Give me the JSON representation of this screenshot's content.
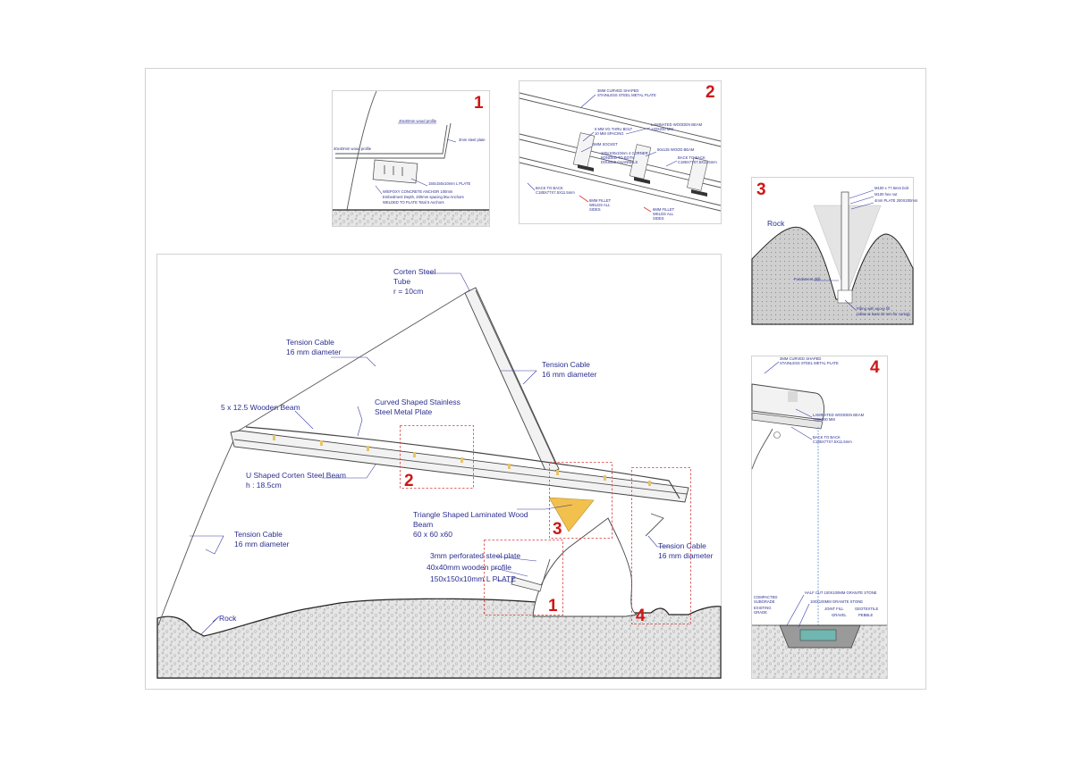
{
  "main": {
    "corten_tube": [
      "Corten Steel",
      "Tube",
      "r = 10cm"
    ],
    "tension_cable_top": [
      "Tension Cable",
      "16 mm diameter"
    ],
    "tension_cable_right": [
      "Tension Cable",
      "16 mm diameter"
    ],
    "tension_cable_left": [
      "Tension Cable",
      "16 mm diameter"
    ],
    "tension_cable_lower_right": [
      "Tension Cable",
      "16 mm diameter"
    ],
    "wooden_beam": "5 x 12.5 Wooden Beam",
    "curved_plate": [
      "Curved Shaped Stainless",
      "Steel Metal Plate"
    ],
    "u_beam": [
      "U Shaped Corten Steel Beam",
      "h : 18.5cm"
    ],
    "triangle_beam": [
      "Triangle Shaped Laminated Wood",
      "Beam",
      "60 x 60 x60"
    ],
    "perforated_plate": "3mm perforated steel plate",
    "wooden_profile": "40x40mm wooden profile",
    "l_plate": "150x150x10mm L PLATE",
    "rock": "Rock",
    "callouts": [
      "1",
      "2",
      "3",
      "4"
    ]
  },
  "detail1": {
    "number": "1",
    "labels": [
      "40x40mm wood profile",
      "40x40mm wood profile",
      "3mm steel plate",
      "150x150x10mm L PLATE",
      "W/EPOXY CONCRETE ANCHOR 100mm",
      "Embedment Depth, 200mm spacing btw Anchors",
      "WELDED TO PLATE  Total 5 Anchors"
    ]
  },
  "detail2": {
    "number": "2",
    "labels": [
      "3MM CURVED SHAPED",
      "STAINLESS STEEL METAL PLATE",
      "LAMINATED WOODEN BEAM",
      "120X200 MM",
      "5 MM VG THRU BOLT",
      "10 MM SPACING",
      "5MM SOCKET",
      "50x125 WOOD BEAM",
      "100x100x10mm 4 CORNER",
      "BONDED TO BOTH",
      "DOUBLE CHANNELS",
      "BACK TO BACK",
      "C185X77X7.5X11.5mm",
      "BACK TO BACK",
      "C185X77X7.5X11.5mm",
      "6MM FILLET",
      "WELDS ALL",
      "SIDES",
      "6MM FILLET",
      "WELDS ALL",
      "SIDES"
    ]
  },
  "detail3": {
    "number": "3",
    "labels": [
      "M100 x 77.5mm bolt",
      "M100 hex nut",
      "4mm PLATE 200X200mm",
      "Rock",
      "Fundament drill",
      "Filling with epoxy fill",
      "(allow at least 20 mm for curing)"
    ]
  },
  "detail4": {
    "number": "4",
    "labels": [
      "3MM CURVED SHAPED",
      "STAINLESS STEEL METAL PLATE",
      "LAMINATED WOODEN BEAM",
      "120X200 MM",
      "BACK TO BACK",
      "C185X77X7.5X11.5mm",
      "COMPACTED",
      "SUBGRADE",
      "EXISTING",
      "GRADE",
      "HALF CUT 100X100MM GRANITE STONE",
      "100X100MM GRANITE STONE",
      "JOINT FILL",
      "GEOTEXTILE",
      "GRAVEL",
      "PEBBLE"
    ]
  }
}
